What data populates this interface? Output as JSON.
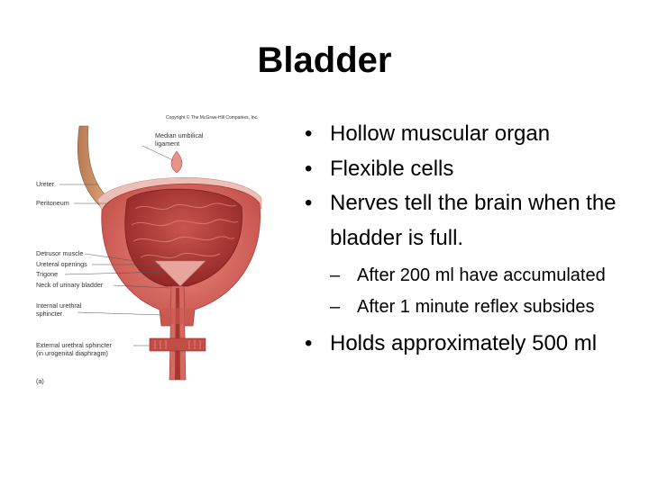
{
  "slide": {
    "title": "Bladder",
    "bullets": [
      "Hollow muscular organ",
      "Flexible cells",
      "Nerves tell the brain when the bladder is full."
    ],
    "sub_bullets": [
      "After 200 ml have accumulated",
      "After 1 minute reflex subsides"
    ],
    "final_bullet": "Holds approximately 500 ml",
    "bullet_glyph": "•",
    "dash_glyph": "–"
  },
  "figure": {
    "copyright": "Copyright © The McGraw-Hill Companies, Inc.",
    "label_median_1": "Median umbilical",
    "label_median_2": "ligament",
    "label_ureter": "Ureter",
    "label_peritoneum": "Peritoneum",
    "label_detrusor": "Detrusor muscle",
    "label_ureteral": "Ureteral openings",
    "label_trigone": "Trigone",
    "label_neck": "Neck of urinary bladder",
    "label_internal_1": "Internal urethral",
    "label_internal_2": "sphincter",
    "label_external_1": "External urethral sphincter",
    "label_external_2": "(in urogenital diaphragm)",
    "panel_label": "(a)",
    "colors": {
      "muscle": "#d9605a",
      "lining": "#c0443f",
      "peritoneum": "#e9b0a8",
      "cavity": "#a8302e"
    }
  }
}
